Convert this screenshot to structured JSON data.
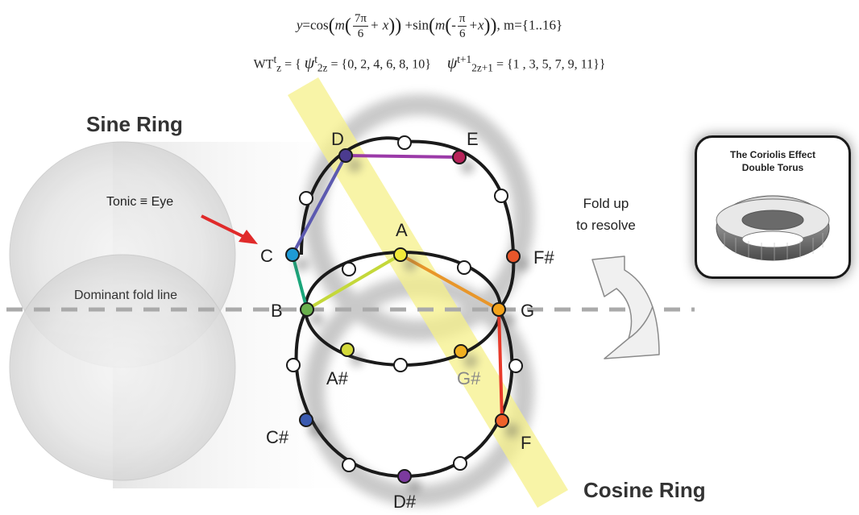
{
  "formula": {
    "eq1": {
      "y": "y",
      "eq": "=cos",
      "m": "m",
      "num1": "7π",
      "den1": "6",
      "plus_x": "+ x",
      "sin": "+sin",
      "num2": "π",
      "den2": "6",
      "minus": "-",
      "plus_x2": "+x",
      "m_set": "m={1..16}"
    },
    "eq2": {
      "wt": "WT",
      "wt_sup": "t",
      "wt_sub": "z",
      "eq_open": " = { ",
      "psi": "ψ",
      "psi1_sup": "t",
      "psi1_sub": "2z",
      "set1": " = {0,  2,  4,  6,  8,  10}",
      "psi2_sup": "t+1",
      "psi2_sub": "2z+1",
      "set2": " = {1 ,  3,  5,  7,  9,  11}}"
    }
  },
  "labels": {
    "sine_ring": "Sine Ring",
    "cosine_ring": "Cosine Ring",
    "tonic": "Tonic ≡ Eye",
    "dominant": "Dominant fold line",
    "fold_line1": "Fold up",
    "fold_line2": "to resolve"
  },
  "notes": {
    "D": "D",
    "E": "E",
    "C": "C",
    "A": "A",
    "F#": "F#",
    "B": "B",
    "G": "G",
    "A#": "A#",
    "G#": "G#",
    "C#": "C#",
    "F": "F",
    "D#": "D#"
  },
  "inset": {
    "title_line1": "The Coriolis Effect",
    "title_line2": "Double Torus"
  },
  "colors": {
    "D": "#4b3b8f",
    "E": "#b8235a",
    "C": "#1e9ad6",
    "A": "#f2e93a",
    "F#": "#e8562a",
    "B": "#6ab04c",
    "G": "#f5a31a",
    "A#": "#d4d93a",
    "G#": "#f0b020",
    "C#": "#3a5ab0",
    "F": "#f0622a",
    "D#": "#7b3a9e",
    "arrow": "#e02a2a",
    "yellow_band": "#f5f08a",
    "fold_line": "#aaaaaa"
  }
}
